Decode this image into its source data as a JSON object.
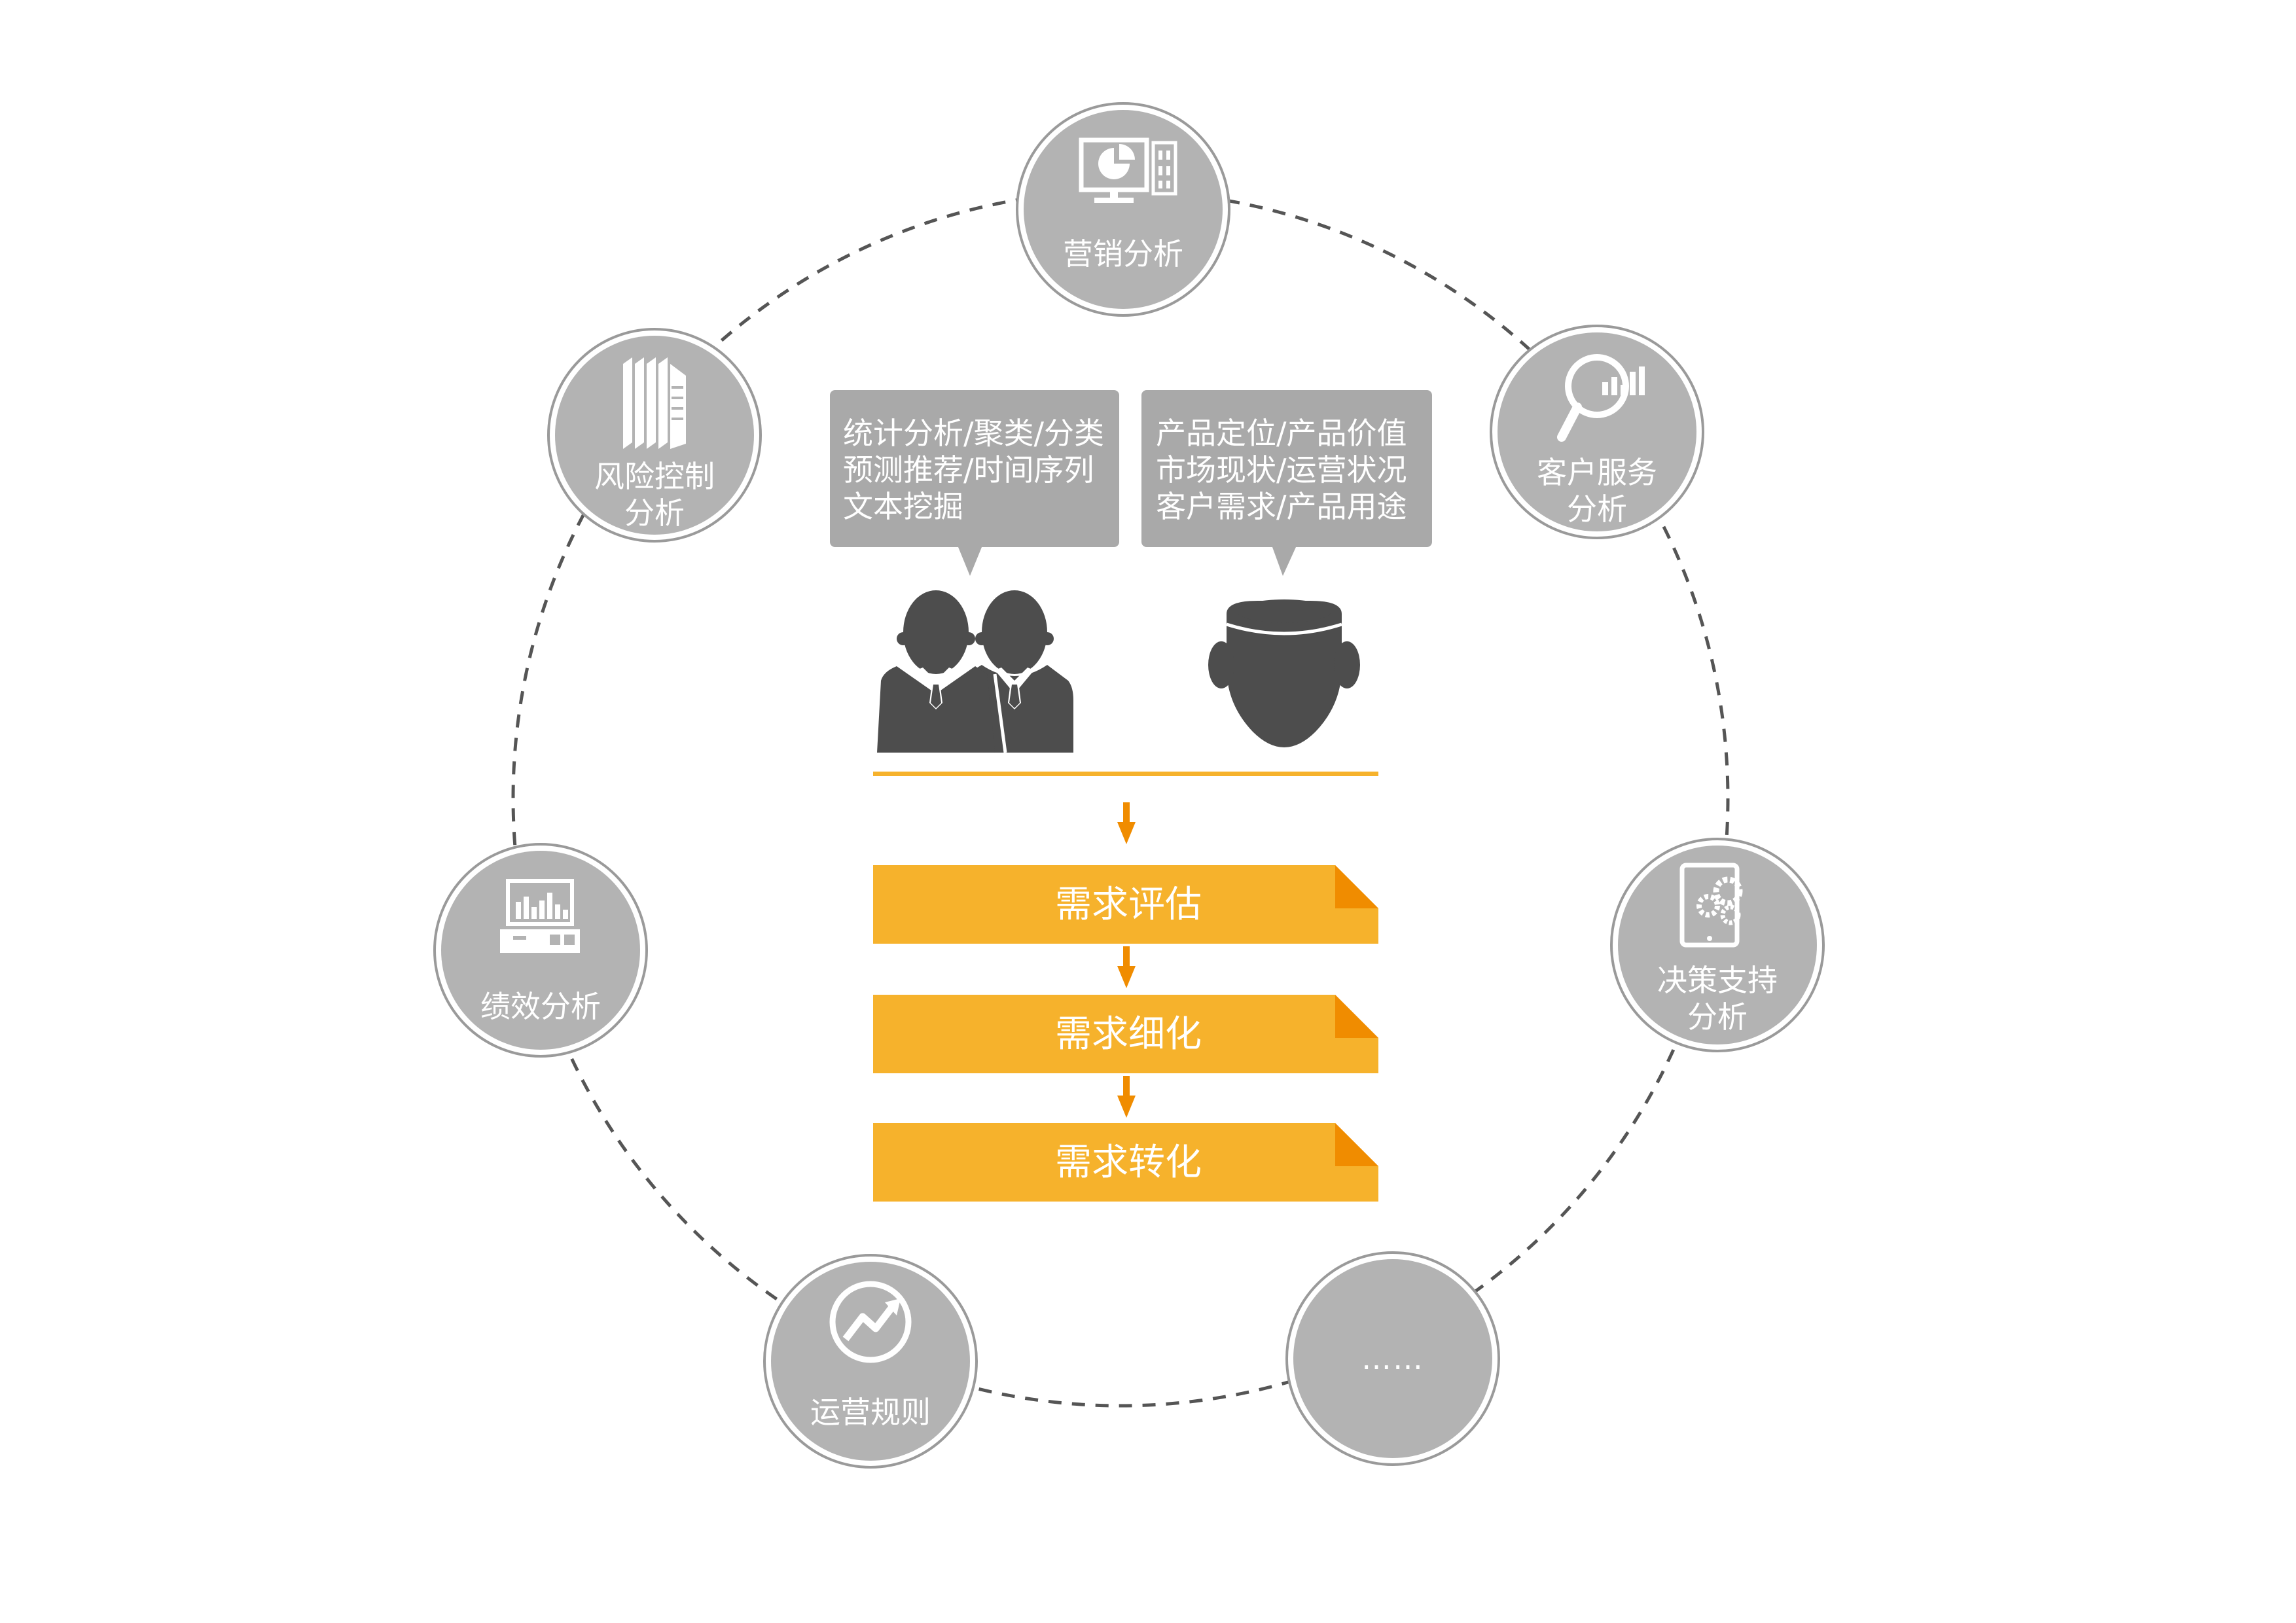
{
  "colors": {
    "node_fill": "#b3b3b3",
    "node_ring": "#9a9a9a",
    "bubble_fill": "#a9a9a9",
    "person_fill": "#4d4d4d",
    "accent": "#f6b22c",
    "accent_dark": "#f08c00",
    "dashed_circle": "#555555"
  },
  "nodes": [
    {
      "id": "marketing",
      "label": "营销分析",
      "icon": "monitor-chart-icon"
    },
    {
      "id": "customer",
      "label": "客户服务\n分析",
      "icon": "magnifier-chart-icon"
    },
    {
      "id": "decision",
      "label": "决策支持\n分析",
      "icon": "tablet-gears-icon"
    },
    {
      "id": "more",
      "label": "……",
      "icon": ""
    },
    {
      "id": "operation",
      "label": "运营规则",
      "icon": "trend-arrow-icon"
    },
    {
      "id": "performance",
      "label": "绩效分析",
      "icon": "equalizer-device-icon"
    },
    {
      "id": "risk",
      "label": "风险控制\n分析",
      "icon": "document-stack-icon"
    }
  ],
  "bubbles": {
    "left": {
      "lines": [
        "统计分析/聚类/分类",
        "预测推荐/时间序列",
        "文本挖掘"
      ]
    },
    "right": {
      "lines": [
        "产品定位/产品价值",
        "市场现状/运营状况",
        "客户需求/产品用途"
      ]
    }
  },
  "figures": {
    "left": "two-people-icon",
    "right": "thinking-head-icon"
  },
  "steps": [
    {
      "label": "需求评估"
    },
    {
      "label": "需求细化"
    },
    {
      "label": "需求转化"
    }
  ]
}
